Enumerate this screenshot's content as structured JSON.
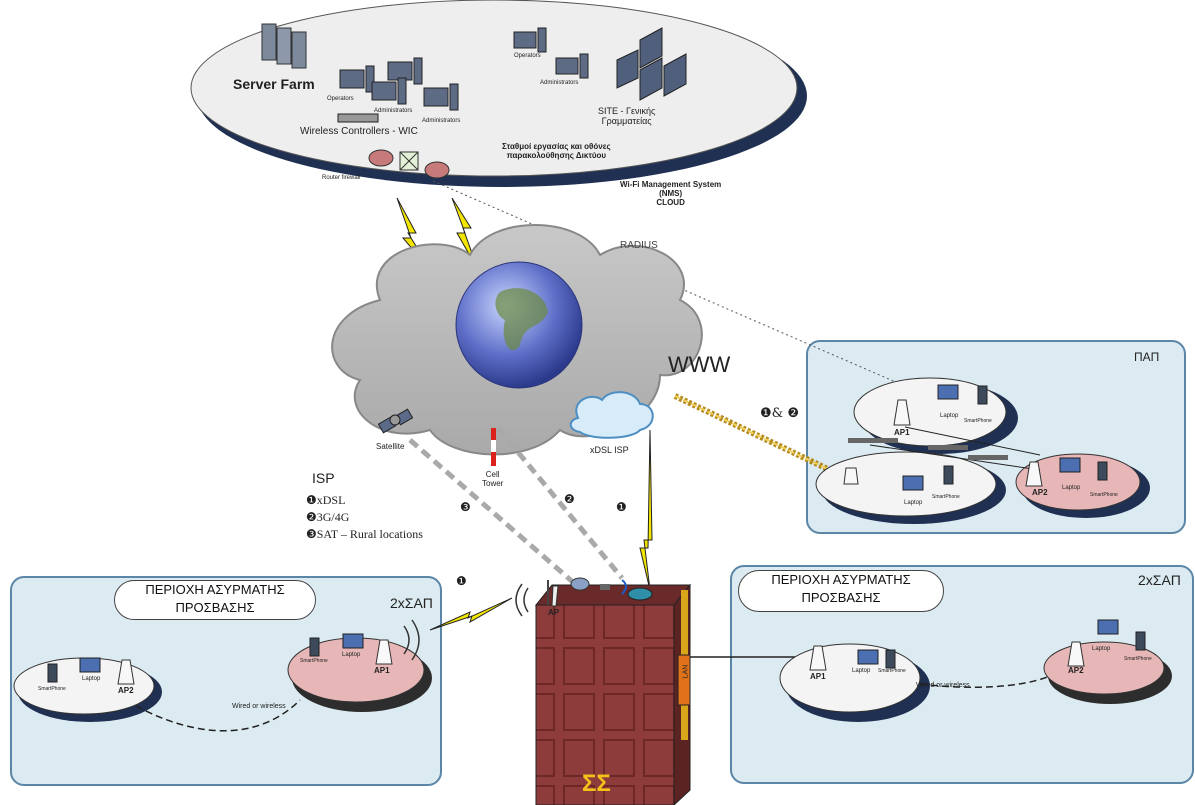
{
  "nms_cloud": {
    "server_farm": "Server Farm",
    "operators_1": "Operators",
    "administrators_1": "Administrators",
    "administrators_2": "Administrators",
    "wireless_controllers": "Wireless Controllers - WIC",
    "operators_2": "Operators",
    "administrators_3": "Administrators",
    "site_line1": "SITE - Γενικής",
    "site_line2": "Γραμματείας",
    "workstations_line1": "Σταθμοί εργασίας και οθόνες",
    "workstations_line2": "παρακολούθησης Δικτύου",
    "router_firewall": "Router firewall",
    "nms_line1": "Wi-Fi Management System",
    "nms_line2": "(NMS)",
    "nms_line3": "CLOUD"
  },
  "internet": {
    "radius": "RADIUS",
    "www": "WWW",
    "satellite": "Satellite",
    "cell_tower_line1": "Cell",
    "cell_tower_line2": "Tower",
    "xdsl_isp": "xDSL ISP",
    "link_marker": "❶& ❷"
  },
  "isp_legend": {
    "title": "ISP",
    "items": [
      "❶xDSL",
      "❷3G/4G",
      "❸SAT – Rural locations"
    ]
  },
  "building": {
    "ap_label": "AP",
    "lan_label": "LAN",
    "name": "ΣΣ",
    "marker_1": "❶",
    "marker_2": "❷",
    "marker_3": "❸",
    "marker_4": "❶"
  },
  "pap_panel": {
    "title": "ΠΑΠ",
    "ap1": "AP1",
    "ap2": "AP2",
    "laptop": "Laptop",
    "smartphone": "SmartPhone"
  },
  "left_panel": {
    "area_line1": "ΠΕΡΙΟΧΗ ΑΣΥΡΜΑΤΗΣ",
    "area_line2": "ΠΡΟΣΒΑΣΗΣ",
    "badge": "2xΣΑΠ",
    "ap1": "AP1",
    "ap2": "AP2",
    "laptop": "Laptop",
    "smartphone": "SmartPhone",
    "link": "Wired or wireless"
  },
  "right_panel": {
    "area_line1": "ΠΕΡΙΟΧΗ ΑΣΥΡΜΑΤΗΣ",
    "area_line2": "ΠΡΟΣΒΑΣΗΣ",
    "badge": "2xΣΑΠ",
    "ap1": "AP1",
    "ap2": "AP2",
    "laptop": "Laptop",
    "smartphone": "SmartPhone",
    "link": "Wired or wireless"
  },
  "colors": {
    "panel_fill": "#dcebf2",
    "panel_border": "#5b86a8",
    "building": "#8b3a3a",
    "cloud": "#b9b9b9",
    "lightning": "#f2e600",
    "pink_ellipse": "#e7b7b7"
  }
}
